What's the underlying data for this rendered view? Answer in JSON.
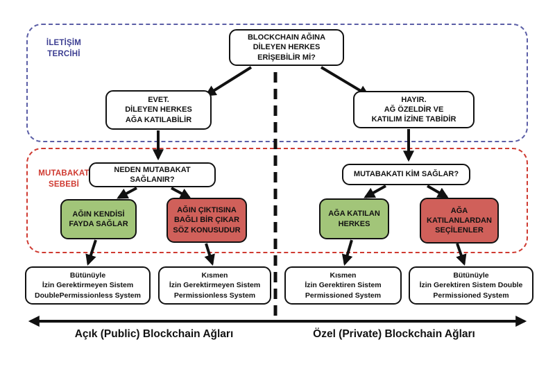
{
  "diagram": {
    "regions": {
      "communication": {
        "label": "İLETİŞİM\nTERCİHİ",
        "border_color": "#5b5ea6",
        "label_color": "#3c3e92"
      },
      "consensus": {
        "label": "MUTABAKAT\nSEBEBİ",
        "border_color": "#cf3a31",
        "label_color": "#cf3a31"
      }
    },
    "nodes": {
      "root": {
        "text": "BLOCKCHAIN AĞINA\nDİLEYEN HERKES\nERİŞEBİLİR Mİ?"
      },
      "yes": {
        "text": "EVET.\nDİLEYEN HERKES\nAĞA KATILABİLİR"
      },
      "no": {
        "text": "HAYIR.\nAĞ ÖZELDİR VE\nKATILIM İZİNE TABİDİR"
      },
      "why_consensus": {
        "text": "NEDEN MUTABAKAT\nSAĞLANIR?"
      },
      "who_consensus": {
        "text": "MUTABAKATI KİM SAĞLAR?"
      },
      "self_benefit": {
        "text": "AĞIN KENDİSİ\nFAYDA SAĞLAR",
        "fill": "#a2c579"
      },
      "output_interest": {
        "text": "AĞIN ÇIKTISINA\nBAĞLI BİR ÇIKAR\nSÖZ KONUSUDUR",
        "fill": "#d0605a"
      },
      "everyone_joins": {
        "text": "AĞA KATILAN\nHERKES",
        "fill": "#a2c579"
      },
      "selected_ones": {
        "text": "AĞA\nKATILANLARDAN\nSEÇİLENLER",
        "fill": "#d0605a"
      },
      "outcome_double_permissionless": {
        "text": "Bütünüyle\nİzin Gerektirmeyen Sistem\nDoublePermissionless System"
      },
      "outcome_permissionless": {
        "text": "Kısmen\nİzin Gerektirmeyen Sistem\nPermissionless System"
      },
      "outcome_permissioned": {
        "text": "Kısmen\nİzin Gerektiren Sistem\nPermissioned System"
      },
      "outcome_double_permissioned": {
        "text": "Bütünüyle\nİzin Gerektiren Sistem Double\nPermissioned System"
      }
    },
    "axis": {
      "left_label": "Açık (Public) Blockchain Ağları",
      "right_label": "Özel (Private) Blockchain Ağları"
    },
    "colors": {
      "positive_green": "#a2c579",
      "negative_red": "#d0605a",
      "line_black": "#111111"
    }
  }
}
